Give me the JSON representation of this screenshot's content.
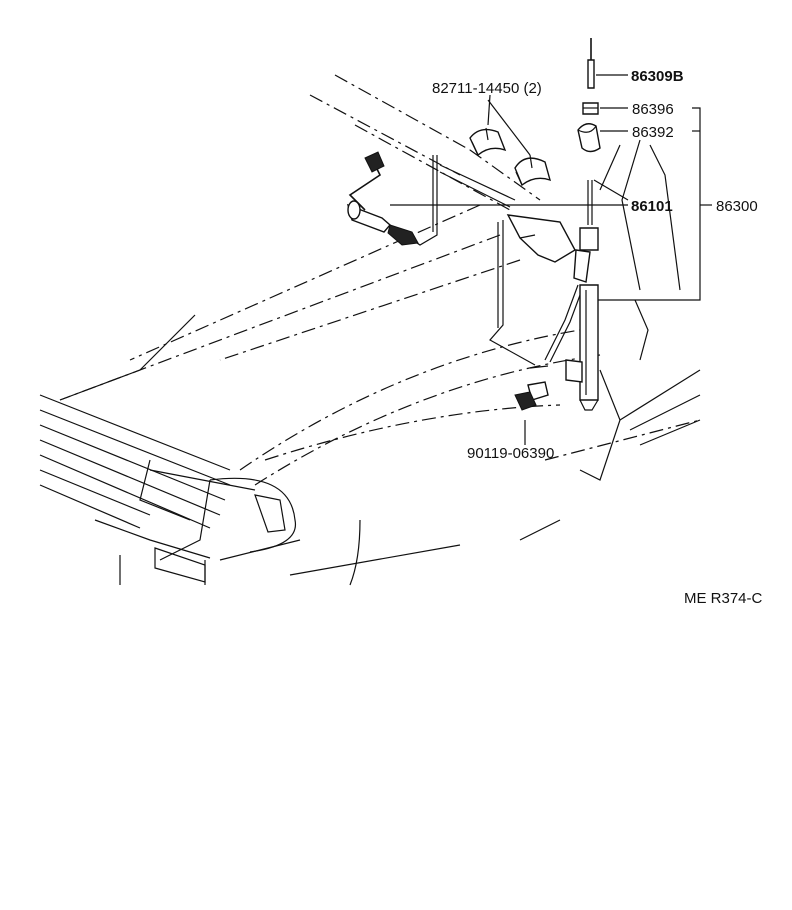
{
  "labels": {
    "p82711": "82711-14450 (2)",
    "p86309b": "86309B",
    "p86396": "86396",
    "p86392": "86392",
    "p86101": "86101",
    "p86300": "86300",
    "p90119": "90119-06390",
    "ref_code": "ME R374-C"
  }
}
